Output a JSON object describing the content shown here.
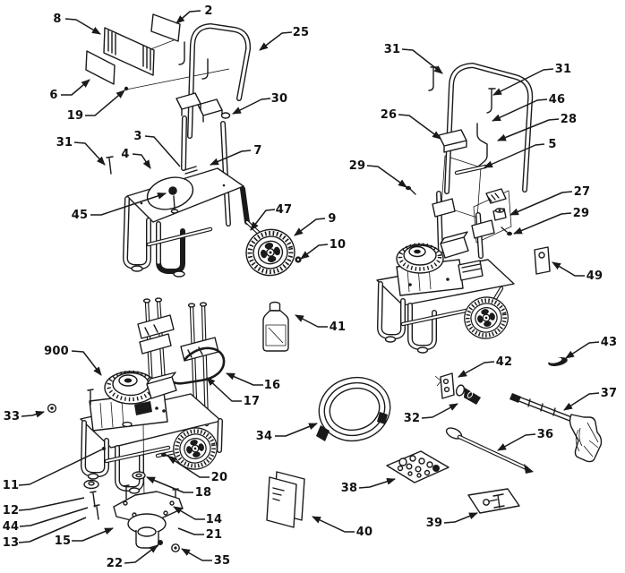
{
  "colors": {
    "ink": "#1a1a1a",
    "paper": "#ffffff"
  },
  "callouts": [
    {
      "id": "frame-plate",
      "label": "2"
    },
    {
      "id": "frame-panel-back",
      "label": "8"
    },
    {
      "id": "frame-panel-front",
      "label": "6"
    },
    {
      "id": "frame-bolt",
      "label": "19"
    },
    {
      "id": "handle-loop",
      "label": "25"
    },
    {
      "id": "handle-cap",
      "label": "30"
    },
    {
      "id": "deck",
      "label": "3"
    },
    {
      "id": "frame-pin",
      "label": "31"
    },
    {
      "id": "deck-edge",
      "label": "4"
    },
    {
      "id": "lower-tube",
      "label": "7"
    },
    {
      "id": "deck-knob",
      "label": "45"
    },
    {
      "id": "axle",
      "label": "47"
    },
    {
      "id": "wheel",
      "label": "9"
    },
    {
      "id": "wheel-nut",
      "label": "10"
    },
    {
      "id": "hook-pin-left",
      "label": "31"
    },
    {
      "id": "hook-pin-right",
      "label": "31"
    },
    {
      "id": "rod-top",
      "label": "46"
    },
    {
      "id": "rod-mid",
      "label": "28"
    },
    {
      "id": "clamp-block",
      "label": "26"
    },
    {
      "id": "handle-bottom",
      "label": "5"
    },
    {
      "id": "bolt-left",
      "label": "29"
    },
    {
      "id": "nut-block",
      "label": "27"
    },
    {
      "id": "bolt-right",
      "label": "29"
    },
    {
      "id": "side-plate",
      "label": "49"
    },
    {
      "id": "power-unit",
      "label": "900"
    },
    {
      "id": "ring",
      "label": "33"
    },
    {
      "id": "hose-fitting",
      "label": "16"
    },
    {
      "id": "hose-loop",
      "label": "17"
    },
    {
      "id": "frame-tube",
      "label": "11"
    },
    {
      "id": "washer",
      "label": "12"
    },
    {
      "id": "bolt-upper",
      "label": "44"
    },
    {
      "id": "bolt-lower",
      "label": "13"
    },
    {
      "id": "pump-flange",
      "label": "15"
    },
    {
      "id": "axle-bolt",
      "label": "20"
    },
    {
      "id": "o-ring",
      "label": "18"
    },
    {
      "id": "pump-bolts",
      "label": "14"
    },
    {
      "id": "pump-arm",
      "label": "21"
    },
    {
      "id": "pump-screw",
      "label": "22"
    },
    {
      "id": "pump-nut",
      "label": "35"
    },
    {
      "id": "oil-bottle",
      "label": "41"
    },
    {
      "id": "valve-plate",
      "label": "42"
    },
    {
      "id": "disc",
      "label": "43"
    },
    {
      "id": "nozzle",
      "label": "32"
    },
    {
      "id": "spray-gun",
      "label": "37"
    },
    {
      "id": "hose-coil",
      "label": "34"
    },
    {
      "id": "wand",
      "label": "36"
    },
    {
      "id": "nozzle-kit-card",
      "label": "38"
    },
    {
      "id": "manual",
      "label": "40"
    },
    {
      "id": "tag",
      "label": "39"
    }
  ]
}
